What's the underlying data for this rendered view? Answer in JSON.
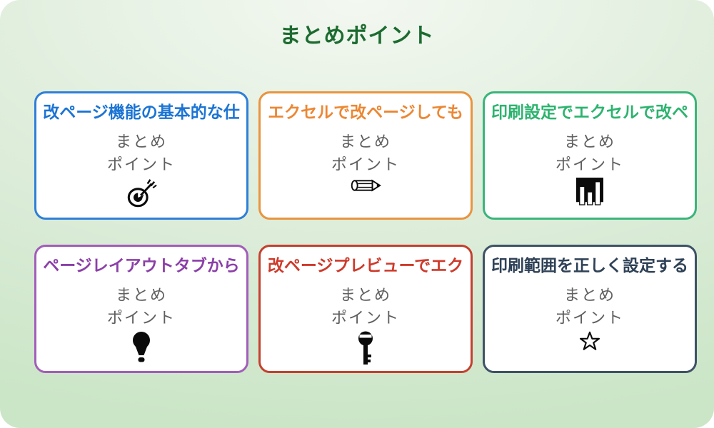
{
  "page": {
    "title": "まとめポイント",
    "title_color": "#1c6b30",
    "background_top": "#f3f8f1",
    "background_bottom": "#cbe5c7"
  },
  "card_body": {
    "line1": "まとめ",
    "line2": "ポイント"
  },
  "cards": [
    {
      "title": "改ページ機能の基本的な仕",
      "border_color": "#2e7fd8",
      "title_color": "#1b74d4",
      "icon": "target-icon"
    },
    {
      "title": "エクセルで改ページしても",
      "border_color": "#e9943f",
      "title_color": "#ec8733",
      "icon": "pencil-icon"
    },
    {
      "title": "印刷設定でエクセルで改ペ",
      "border_color": "#3ab57a",
      "title_color": "#2db36f",
      "icon": "bar-chart-icon"
    },
    {
      "title": "ページレイアウトタブから",
      "border_color": "#a25db9",
      "title_color": "#8b3fa8",
      "icon": "lightbulb-icon"
    },
    {
      "title": "改ページプレビューでエク",
      "border_color": "#c4402f",
      "title_color": "#ce3a2a",
      "icon": "key-icon"
    },
    {
      "title": "印刷範囲を正しく設定する",
      "border_color": "#3e5266",
      "title_color": "#2e4156",
      "icon": "star-icon"
    }
  ]
}
